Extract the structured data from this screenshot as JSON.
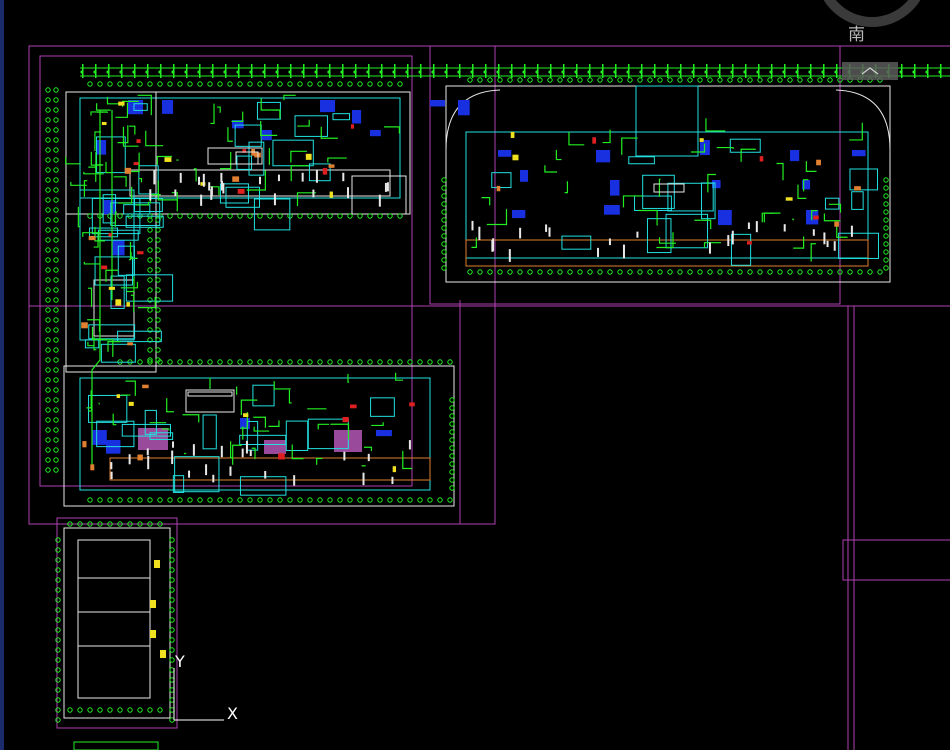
{
  "viewcube": {
    "compass_label": "南",
    "top_label": ""
  },
  "ucs": {
    "y_label": "Y",
    "x_label": "X"
  },
  "colors": {
    "background": "#000000",
    "boundary": "#b040b0",
    "wall_white": "#e8e8e8",
    "grid_green": "#22ee22",
    "pipe_cyan": "#22e0e0",
    "blue_fill": "#1830e0",
    "purple_fill": "#9a4a9a",
    "yellow": "#f0e020",
    "orange": "#e08030",
    "red": "#e02020"
  }
}
